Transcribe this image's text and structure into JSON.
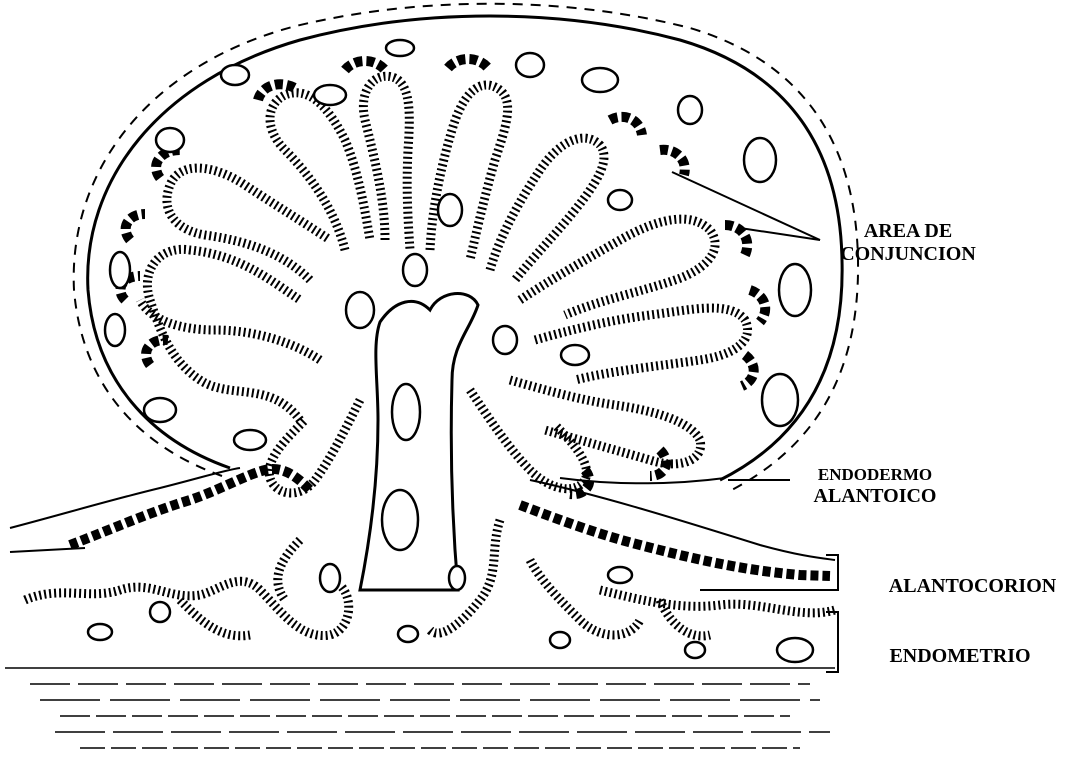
{
  "figure": {
    "labels": {
      "area_line1": "AREA DE",
      "area_line2": "CONJUNCION",
      "endodermo_line1": "ENDODERMO",
      "endodermo_line2": "ALANTOICO",
      "alantocorion": "ALANTOCORION",
      "endometrio": "ENDOMETRIO"
    },
    "colors": {
      "ink": "#000000",
      "paper": "#ffffff"
    }
  }
}
